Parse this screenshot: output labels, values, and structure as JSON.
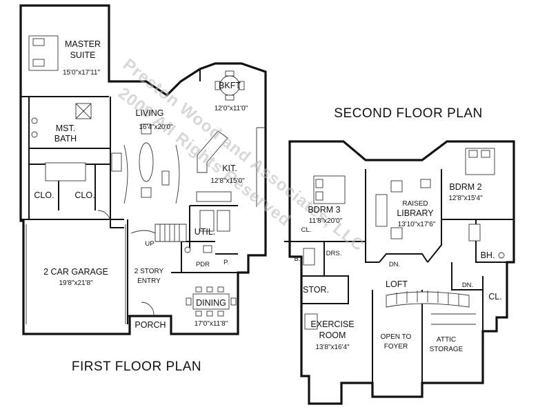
{
  "titles": {
    "first_floor": "FIRST FLOOR PLAN",
    "second_floor": "SECOND FLOOR PLAN"
  },
  "watermark": {
    "line1": "Preston Wood and Associates, LLC",
    "line2": "2009 All Rights Reserved"
  },
  "first_floor": {
    "master_suite": {
      "name1": "MASTER",
      "name2": "SUITE",
      "dims": "15'0\"x17'11\""
    },
    "mst_bath": {
      "name1": "MST.",
      "name2": "BATH"
    },
    "closet_left": "CLO.",
    "closet_right": "CLO.",
    "living": {
      "name": "LIVING",
      "dims": "16'4\"x20'0\""
    },
    "bkft": {
      "name": "BKFT",
      "dims": "12'0\"x11'0\""
    },
    "kitchen": {
      "name": "KIT.",
      "dims": "12'8\"x15'0\""
    },
    "util": "UTIL.",
    "pdr": "PDR",
    "pantry": "P.",
    "up": "UP",
    "garage": {
      "name": "2 CAR GARAGE",
      "dims": "19'8\"x21'8\""
    },
    "entry": {
      "name1": "2 STORY",
      "name2": "ENTRY"
    },
    "dining": {
      "name": "DINING",
      "dims": "17'0\"x11'8\""
    },
    "porch": "PORCH"
  },
  "second_floor": {
    "bdrm3": {
      "name": "BDRM 3",
      "dims": "11'8\"x20'0\""
    },
    "cl_left": "CL.",
    "b": "B.",
    "drs": "DRS.",
    "library": {
      "name1": "RAISED",
      "name2": "LIBRARY",
      "dims": "13'10\"x17'6\""
    },
    "bdrm2": {
      "name": "BDRM 2",
      "dims": "12'8\"x15'4\""
    },
    "bh": "BH.",
    "cl_right": "CL.",
    "dn_library": "DN.",
    "dn_stair": "DN.",
    "loft": "LOFT",
    "stor": "STOR.",
    "exercise": {
      "name1": "EXERCISE",
      "name2": "ROOM",
      "dims": "13'8\"x16'4\""
    },
    "open_foyer": {
      "name1": "OPEN TO",
      "name2": "FOYER"
    },
    "attic": {
      "name1": "ATTIC",
      "name2": "STORAGE"
    }
  }
}
